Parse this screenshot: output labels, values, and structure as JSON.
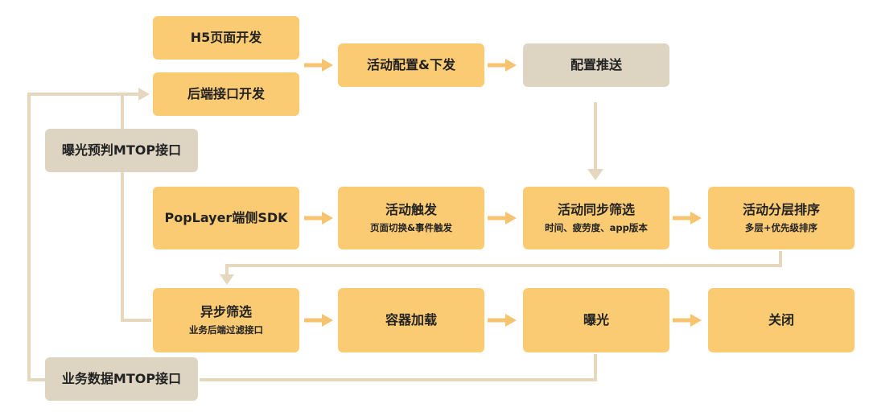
{
  "colors": {
    "primary_box": "#fbcb74",
    "secondary_box": "#ddd4c2",
    "connector": "#e5d8bf",
    "arrow": "#f6c36f"
  },
  "boxes": {
    "h5": {
      "label": "H5页面开发"
    },
    "backend": {
      "label": "后端接口开发"
    },
    "config": {
      "label": "活动配置&下发"
    },
    "push": {
      "label": "配置推送"
    },
    "mtop_predict": {
      "label": "曝光预判MTOP接口"
    },
    "sdk": {
      "label": "PopLayer端侧SDK"
    },
    "trigger": {
      "label": "活动触发",
      "sub": "页面切换&事件触发"
    },
    "sync_filter": {
      "label": "活动同步筛选",
      "sub": "时间、疲劳度、app版本"
    },
    "layer_sort": {
      "label": "活动分层排序",
      "sub": "多层+优先级排序"
    },
    "async_filter": {
      "label": "异步筛选",
      "sub": "业务后端过滤接口"
    },
    "container": {
      "label": "容器加载"
    },
    "exposure": {
      "label": "曝光"
    },
    "close": {
      "label": "关闭"
    },
    "mtop_data": {
      "label": "业务数据MTOP接口"
    }
  }
}
